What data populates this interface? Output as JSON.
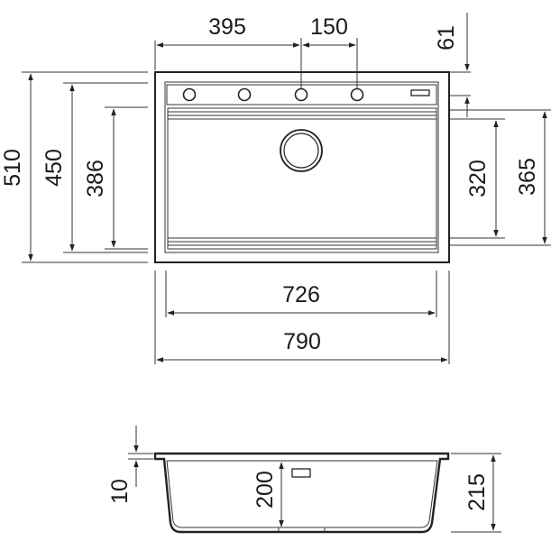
{
  "top_view": {
    "dims": {
      "tap_offset": "395",
      "tap_spacing": "150",
      "deck_depth": "61",
      "overall_depth": "510",
      "cutout_depth": "450",
      "bowl_depth": "386",
      "bowl_inner_depth": "320",
      "right_depth": "365",
      "cutout_width": "726",
      "overall_width": "790"
    }
  },
  "side_view": {
    "dims": {
      "rim_thickness": "10",
      "bowl_height": "200",
      "total_height": "215"
    }
  }
}
